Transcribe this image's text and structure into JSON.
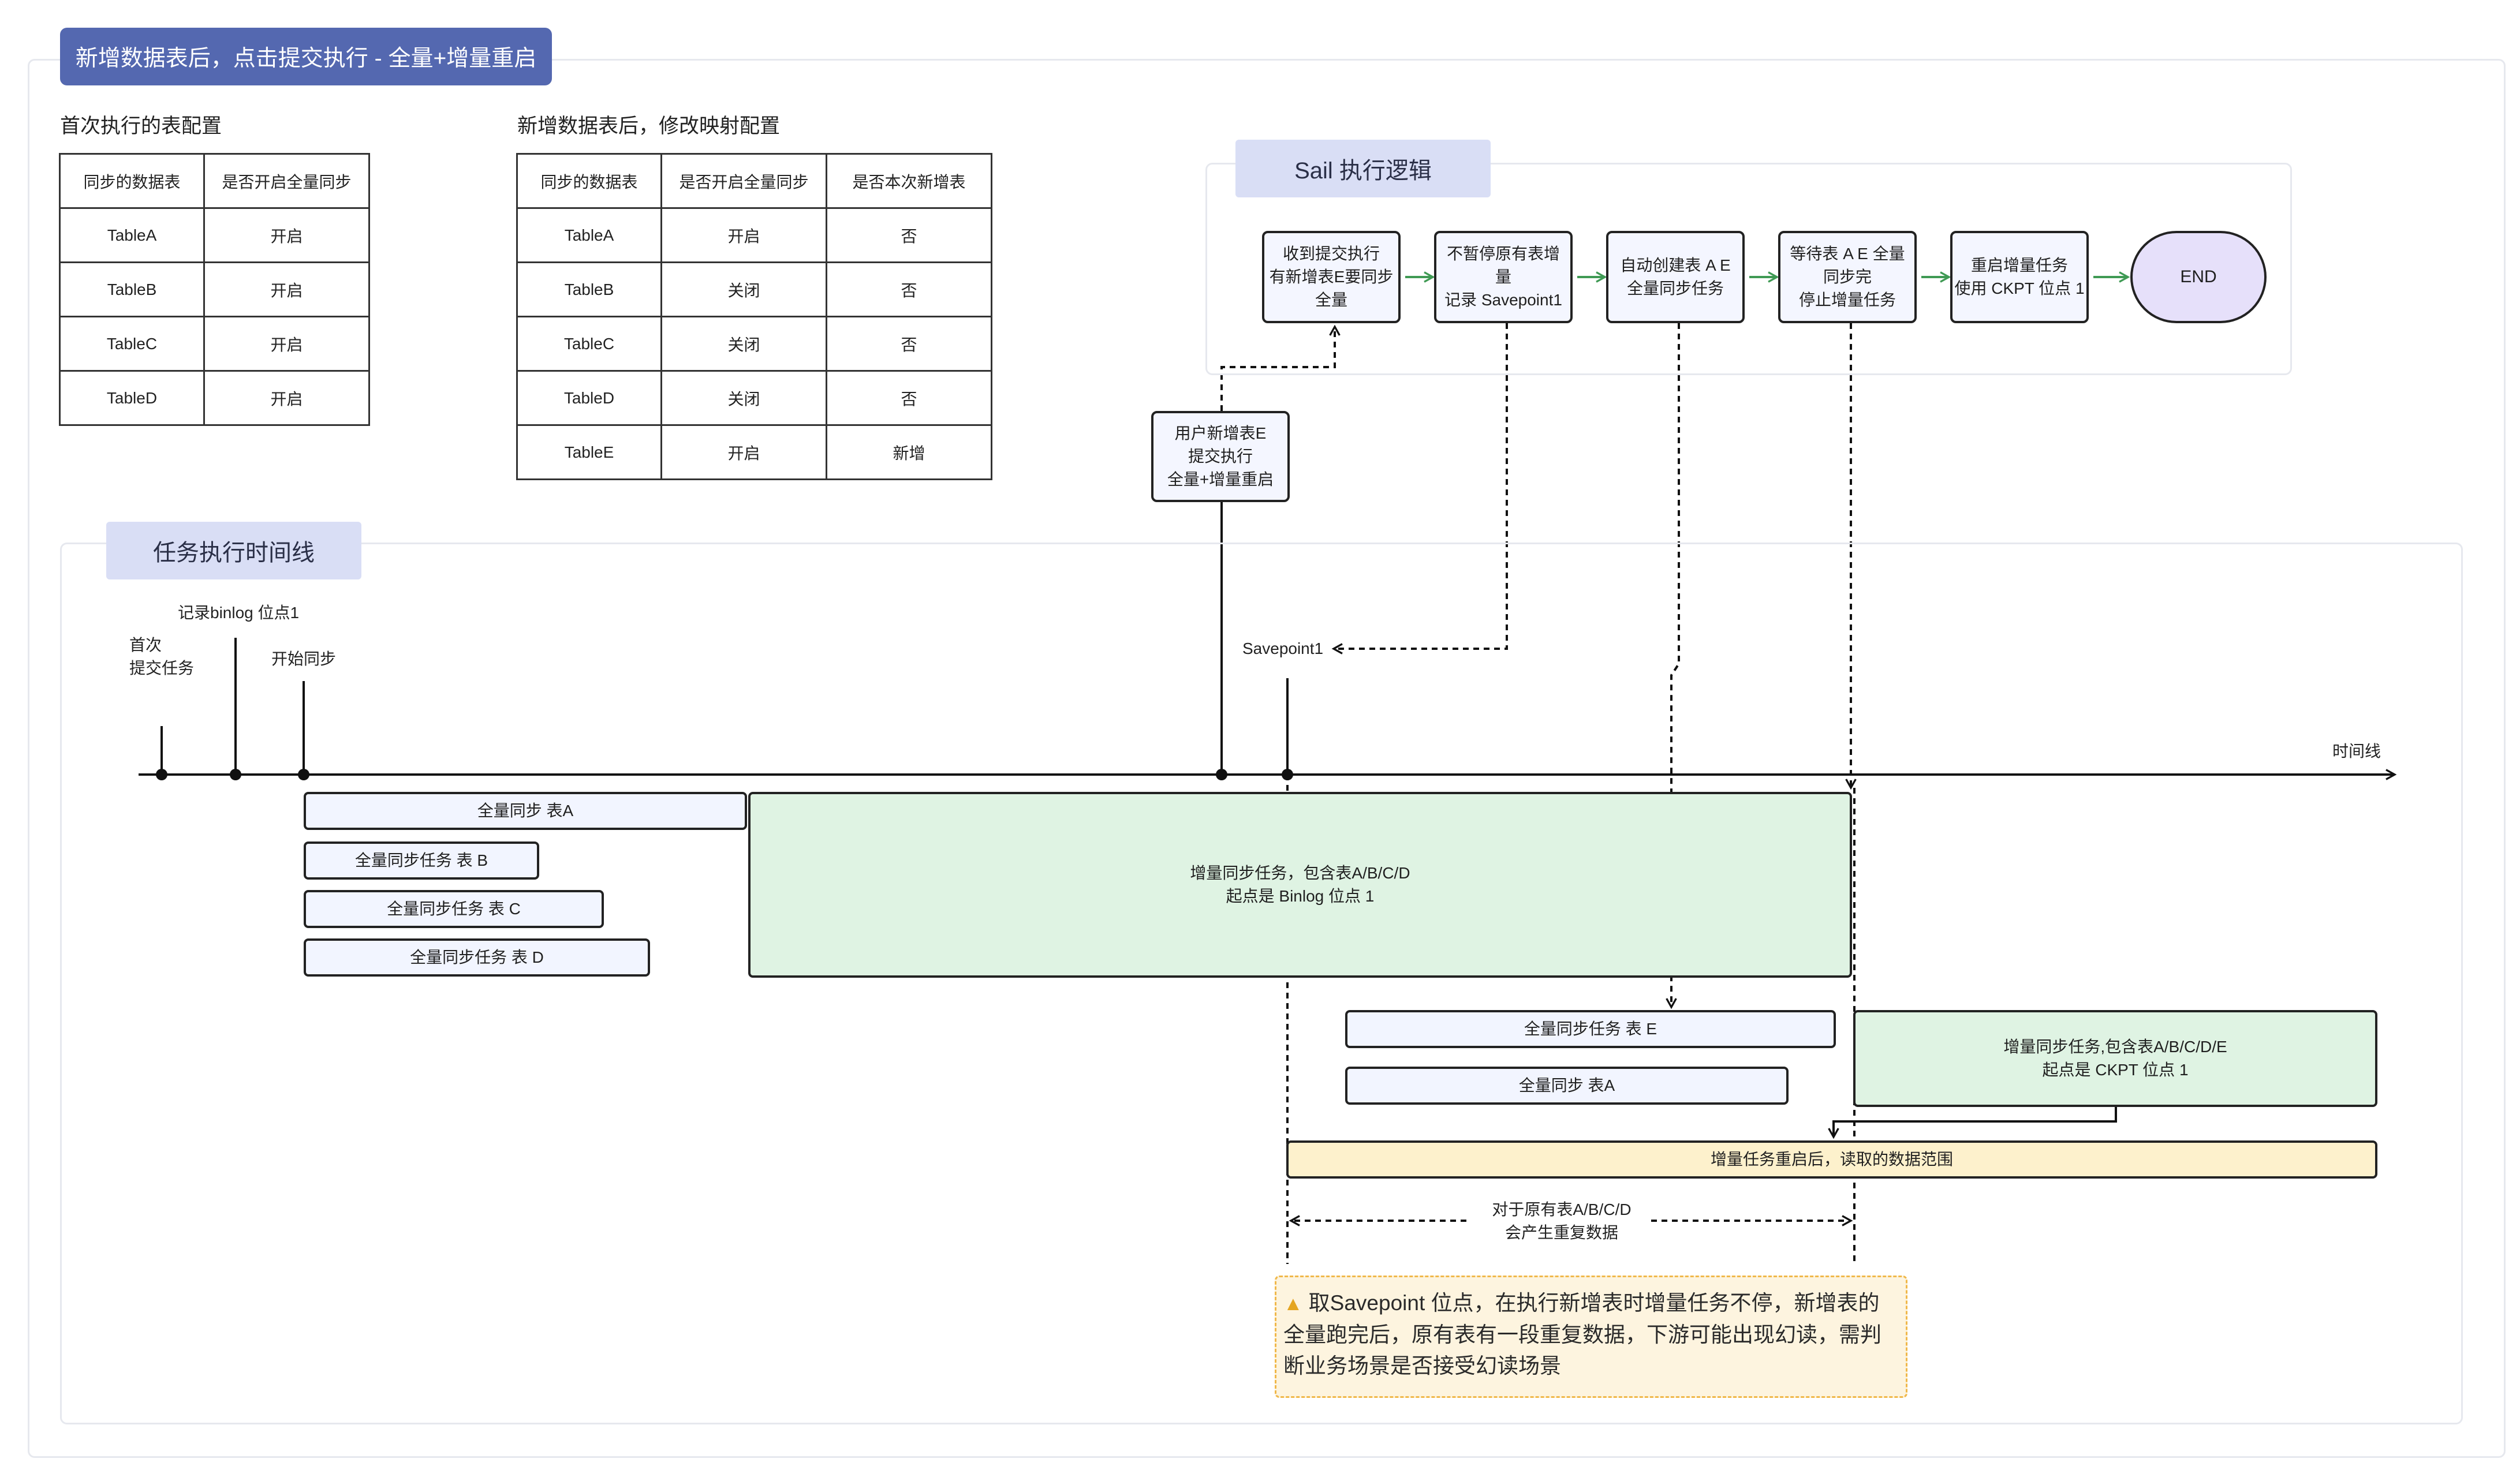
{
  "title": "新增数据表后，点击提交执行 - 全量+增量重启",
  "first_config": {
    "caption": "首次执行的表配置",
    "headers": [
      "同步的数据表",
      "是否开启全量同步"
    ],
    "rows": [
      [
        "TableA",
        "开启"
      ],
      [
        "TableB",
        "开启"
      ],
      [
        "TableC",
        "开启"
      ],
      [
        "TableD",
        "开启"
      ]
    ]
  },
  "new_config": {
    "caption": "新增数据表后，修改映射配置",
    "headers": [
      "同步的数据表",
      "是否开启全量同步",
      "是否本次新增表"
    ],
    "rows": [
      [
        "TableA",
        "开启",
        "否"
      ],
      [
        "TableB",
        "关闭",
        "否"
      ],
      [
        "TableC",
        "关闭",
        "否"
      ],
      [
        "TableD",
        "关闭",
        "否"
      ],
      [
        "TableE",
        "开启",
        "新增"
      ]
    ]
  },
  "sail": {
    "title": "Sail 执行逻辑",
    "steps": [
      "收到提交执行\n有新增表E要同步\n全量",
      "不暂停原有表增\n量\n记录 Savepoint1",
      "自动创建表 A E\n全量同步任务",
      "等待表 A E 全量\n同步完\n停止增量任务",
      "重启增量任务\n使用 CKPT 位点 1"
    ],
    "end": "END",
    "user_action": "用户新增表E\n提交执行\n全量+增量重启"
  },
  "timeline": {
    "title": "任务执行时间线",
    "axis_label": "时间线",
    "events": {
      "first_submit": "首次\n提交任务",
      "binlog": "记录binlog 位点1",
      "start_sync": "开始同步",
      "savepoint": "Savepoint1"
    },
    "bars": {
      "full_a": "全量同步 表A",
      "full_b": "全量同步任务 表 B",
      "full_c": "全量同步任务 表 C",
      "full_d": "全量同步任务 表 D",
      "incr_abcd": "增量同步任务，包含表A/B/C/D\n起点是 Binlog 位点 1",
      "full_e": "全量同步任务 表 E",
      "full_a2": "全量同步 表A",
      "incr_abcde": "增量同步任务,包含表A/B/C/D/E\n起点是 CKPT 位点 1",
      "read_range": "增量任务重启后，读取的数据范围"
    },
    "duplicate_label": "对于原有表A/B/C/D\n会产生重复数据"
  },
  "warning": "取Savepoint 位点，在执行新增表时增量任务不停，新增表的全量跑完后，原有表有一段重复数据，下游可能出现幻读，需判断业务场景是否接受幻读场景",
  "colors": {
    "title_bg": "#5468b0",
    "section_bg": "#d9def5",
    "flow_arrow": "#3f9a54",
    "green_bar": "#dff3e3",
    "yellow_bar": "#fdf1cc",
    "end_node": "#e6e0fa"
  }
}
